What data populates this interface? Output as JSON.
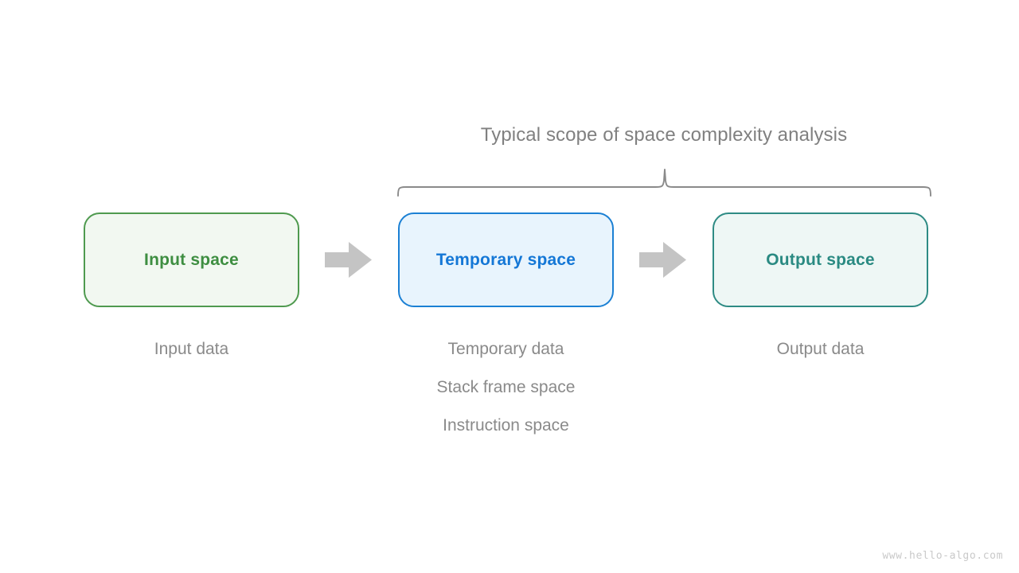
{
  "diagram": {
    "scope_title": "Typical scope of space complexity analysis",
    "watermark": "www.hello-algo.com",
    "boxes": [
      {
        "label": "Input space",
        "border_color": "#4f9a4f",
        "fill_color": "#f2f8f1",
        "text_color": "#3e8e41"
      },
      {
        "label": "Temporary space",
        "border_color": "#1b80d4",
        "fill_color": "#e8f4fd",
        "text_color": "#1477d6"
      },
      {
        "label": "Output space",
        "border_color": "#2e8b84",
        "fill_color": "#eef7f5",
        "text_color": "#2a8a82"
      }
    ],
    "captions": {
      "input": [
        "Input data"
      ],
      "temporary": [
        "Temporary data",
        "Stack frame space",
        "Instruction space"
      ],
      "output": [
        "Output data"
      ]
    },
    "arrows": [
      {
        "name": "arrow-input-to-temporary",
        "color": "#c4c4c4"
      },
      {
        "name": "arrow-temporary-to-output",
        "color": "#c4c4c4"
      }
    ],
    "brace": {
      "color": "#8a8a8a",
      "label": "Typical scope of space complexity analysis"
    },
    "colors": {
      "background": "#ffffff",
      "muted_text": "#8a8a8a",
      "title_text": "#808080",
      "arrow": "#c4c4c4",
      "watermark": "#c9c9c9"
    }
  }
}
